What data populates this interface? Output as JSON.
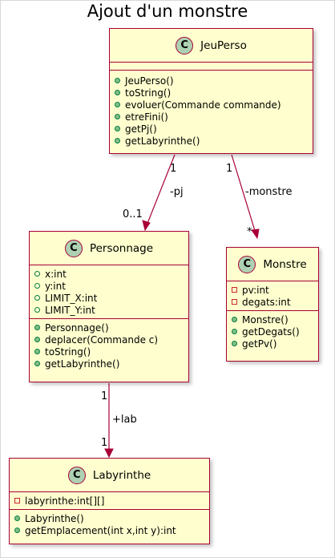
{
  "title": "Ajout d'un monstre",
  "classes": {
    "jeuperso": {
      "name": "JeuPerso",
      "badge": "C",
      "attributes": [],
      "methods": [
        {
          "vis": "public",
          "text": "JeuPerso()"
        },
        {
          "vis": "public",
          "text": "toString()"
        },
        {
          "vis": "public",
          "text": "evoluer(Commande commande)"
        },
        {
          "vis": "public",
          "text": "etreFini()"
        },
        {
          "vis": "public",
          "text": "getPj()"
        },
        {
          "vis": "public",
          "text": "getLabyrinthe()"
        }
      ]
    },
    "personnage": {
      "name": "Personnage",
      "badge": "C",
      "attributes": [
        {
          "vis": "public",
          "text": "x:int"
        },
        {
          "vis": "public",
          "text": "y:int"
        },
        {
          "vis": "public",
          "text": "LIMIT_X:int"
        },
        {
          "vis": "public",
          "text": "LIMIT_Y:int"
        }
      ],
      "methods": [
        {
          "vis": "public",
          "text": "Personnage()"
        },
        {
          "vis": "public",
          "text": "deplacer(Commande c)"
        },
        {
          "vis": "public",
          "text": "toString()"
        },
        {
          "vis": "public",
          "text": "getLabyrinthe()"
        }
      ]
    },
    "monstre": {
      "name": "Monstre",
      "badge": "C",
      "attributes": [
        {
          "vis": "private",
          "text": "pv:int"
        },
        {
          "vis": "private",
          "text": "degats:int"
        }
      ],
      "methods": [
        {
          "vis": "public",
          "text": "Monstre()"
        },
        {
          "vis": "public",
          "text": "getDegats()"
        },
        {
          "vis": "public",
          "text": "getPv()"
        }
      ]
    },
    "labyrinthe": {
      "name": "Labyrinthe",
      "badge": "C",
      "attributes": [
        {
          "vis": "private",
          "text": "labyrinthe:int[][]"
        }
      ],
      "methods": [
        {
          "vis": "public",
          "text": "Labyrinthe()"
        },
        {
          "vis": "public",
          "text": "getEmplacement(int x,int y):int"
        }
      ]
    }
  },
  "relations": {
    "pj": {
      "src_mult": "1",
      "label": "-pj",
      "dst_mult": "0..1"
    },
    "monstre": {
      "src_mult": "1",
      "label": "-monstre",
      "dst_mult": "*"
    },
    "lab": {
      "src_mult": "1",
      "label": "+lab",
      "dst_mult": "1"
    }
  },
  "colors": {
    "border": "#a80036",
    "fill": "#fefece",
    "badge": "#add1b2",
    "public_icon": "#038048",
    "private_icon": "#c82930"
  }
}
